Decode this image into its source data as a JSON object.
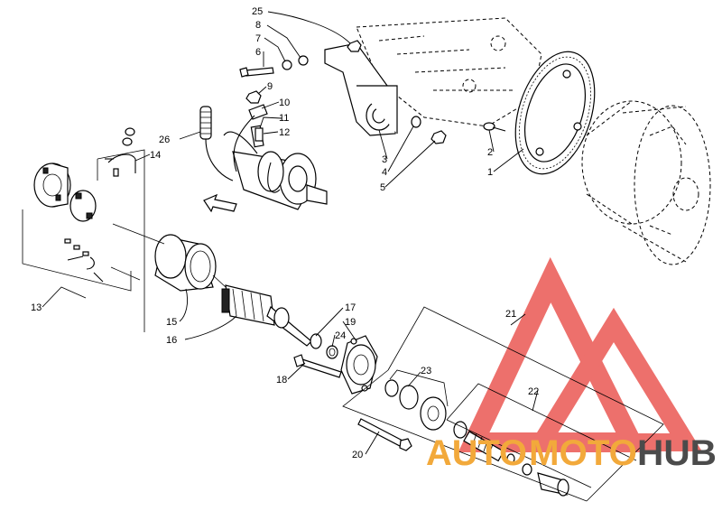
{
  "watermark": {
    "left": "AUTO",
    "mid": "MOTO",
    "right": "HUB",
    "accent_color": "#f2a93b",
    "dark_color": "#4b4b4b",
    "logo_color": "#e8413b"
  },
  "callouts": {
    "c1": "1",
    "c2": "2",
    "c3": "3",
    "c4": "4",
    "c5": "5",
    "c6": "6",
    "c7": "7",
    "c8": "8",
    "c9": "9",
    "c10": "10",
    "c11": "11",
    "c12": "12",
    "c13": "13",
    "c14": "14",
    "c15": "15",
    "c16": "16",
    "c17": "17",
    "c18": "18",
    "c19": "19",
    "c20": "20",
    "c21": "21",
    "c22": "22",
    "c23": "23",
    "c24": "24",
    "c25": "25",
    "c26": "26"
  }
}
